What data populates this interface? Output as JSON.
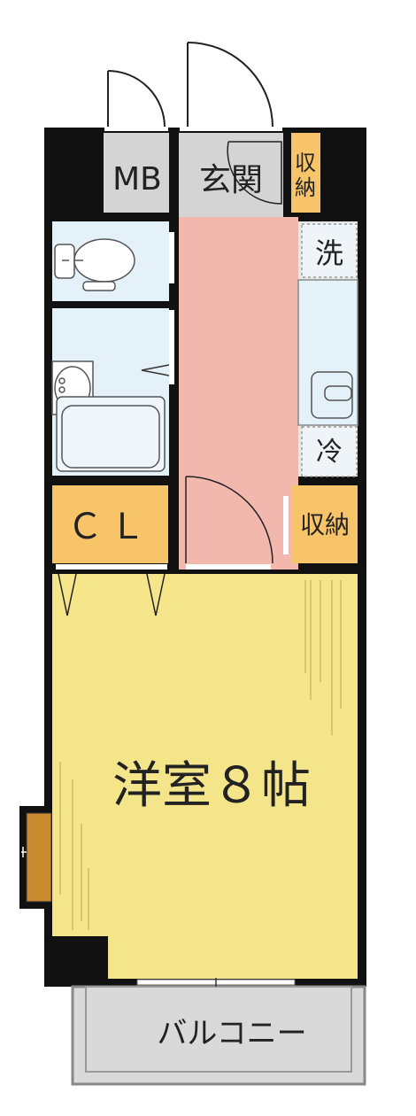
{
  "rooms": {
    "mb": "MB",
    "entrance": "玄関",
    "storage_entrance_top": "収",
    "storage_entrance_bottom": "納",
    "washer": "洗",
    "fridge": "冷",
    "closet": "ＣＬ",
    "storage": "収納",
    "western_room": "洋室８帖",
    "balcony": "バルコニー"
  },
  "colors": {
    "wall": "#111111",
    "hallway": "#f2b8ad",
    "western_room": "#f5e58a",
    "storage": "#f8c46a",
    "wet_area": "#e5f1f8",
    "utility": "#d4d4d4",
    "balcony": "#d9d9d9",
    "window": "#c98a2e"
  }
}
